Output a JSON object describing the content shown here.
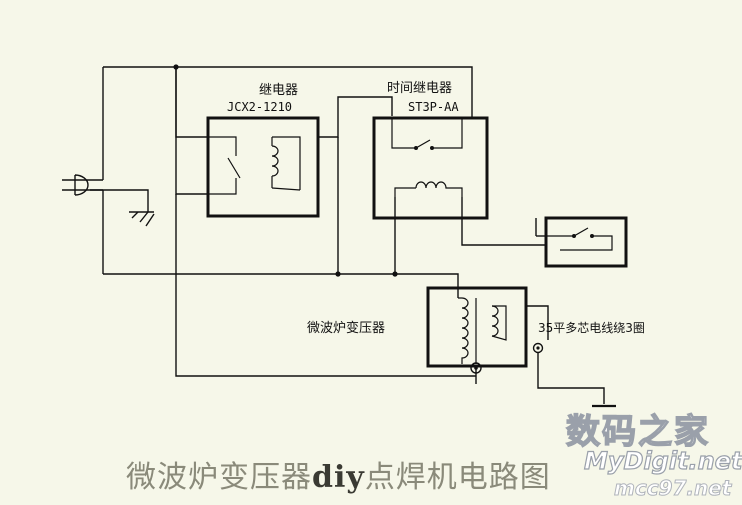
{
  "labels": {
    "relay_name": "继电器",
    "relay_model": "JCX2-1210",
    "timer_name": "时间继电器",
    "timer_model": "ST3P-AA",
    "transformer": "微波炉变压器",
    "secondary_wire": "35平多芯电线绕3圈"
  },
  "title": {
    "part1": "微波炉变压器",
    "part2": "diy",
    "part3": "点焊机电路图"
  },
  "watermark": {
    "cn": "数码之家",
    "en": "MyDigit.net",
    "tag": "mcc97.net"
  },
  "colors": {
    "background": "#f6f7e9",
    "line": "#111111",
    "title": "#8a8a7a"
  }
}
